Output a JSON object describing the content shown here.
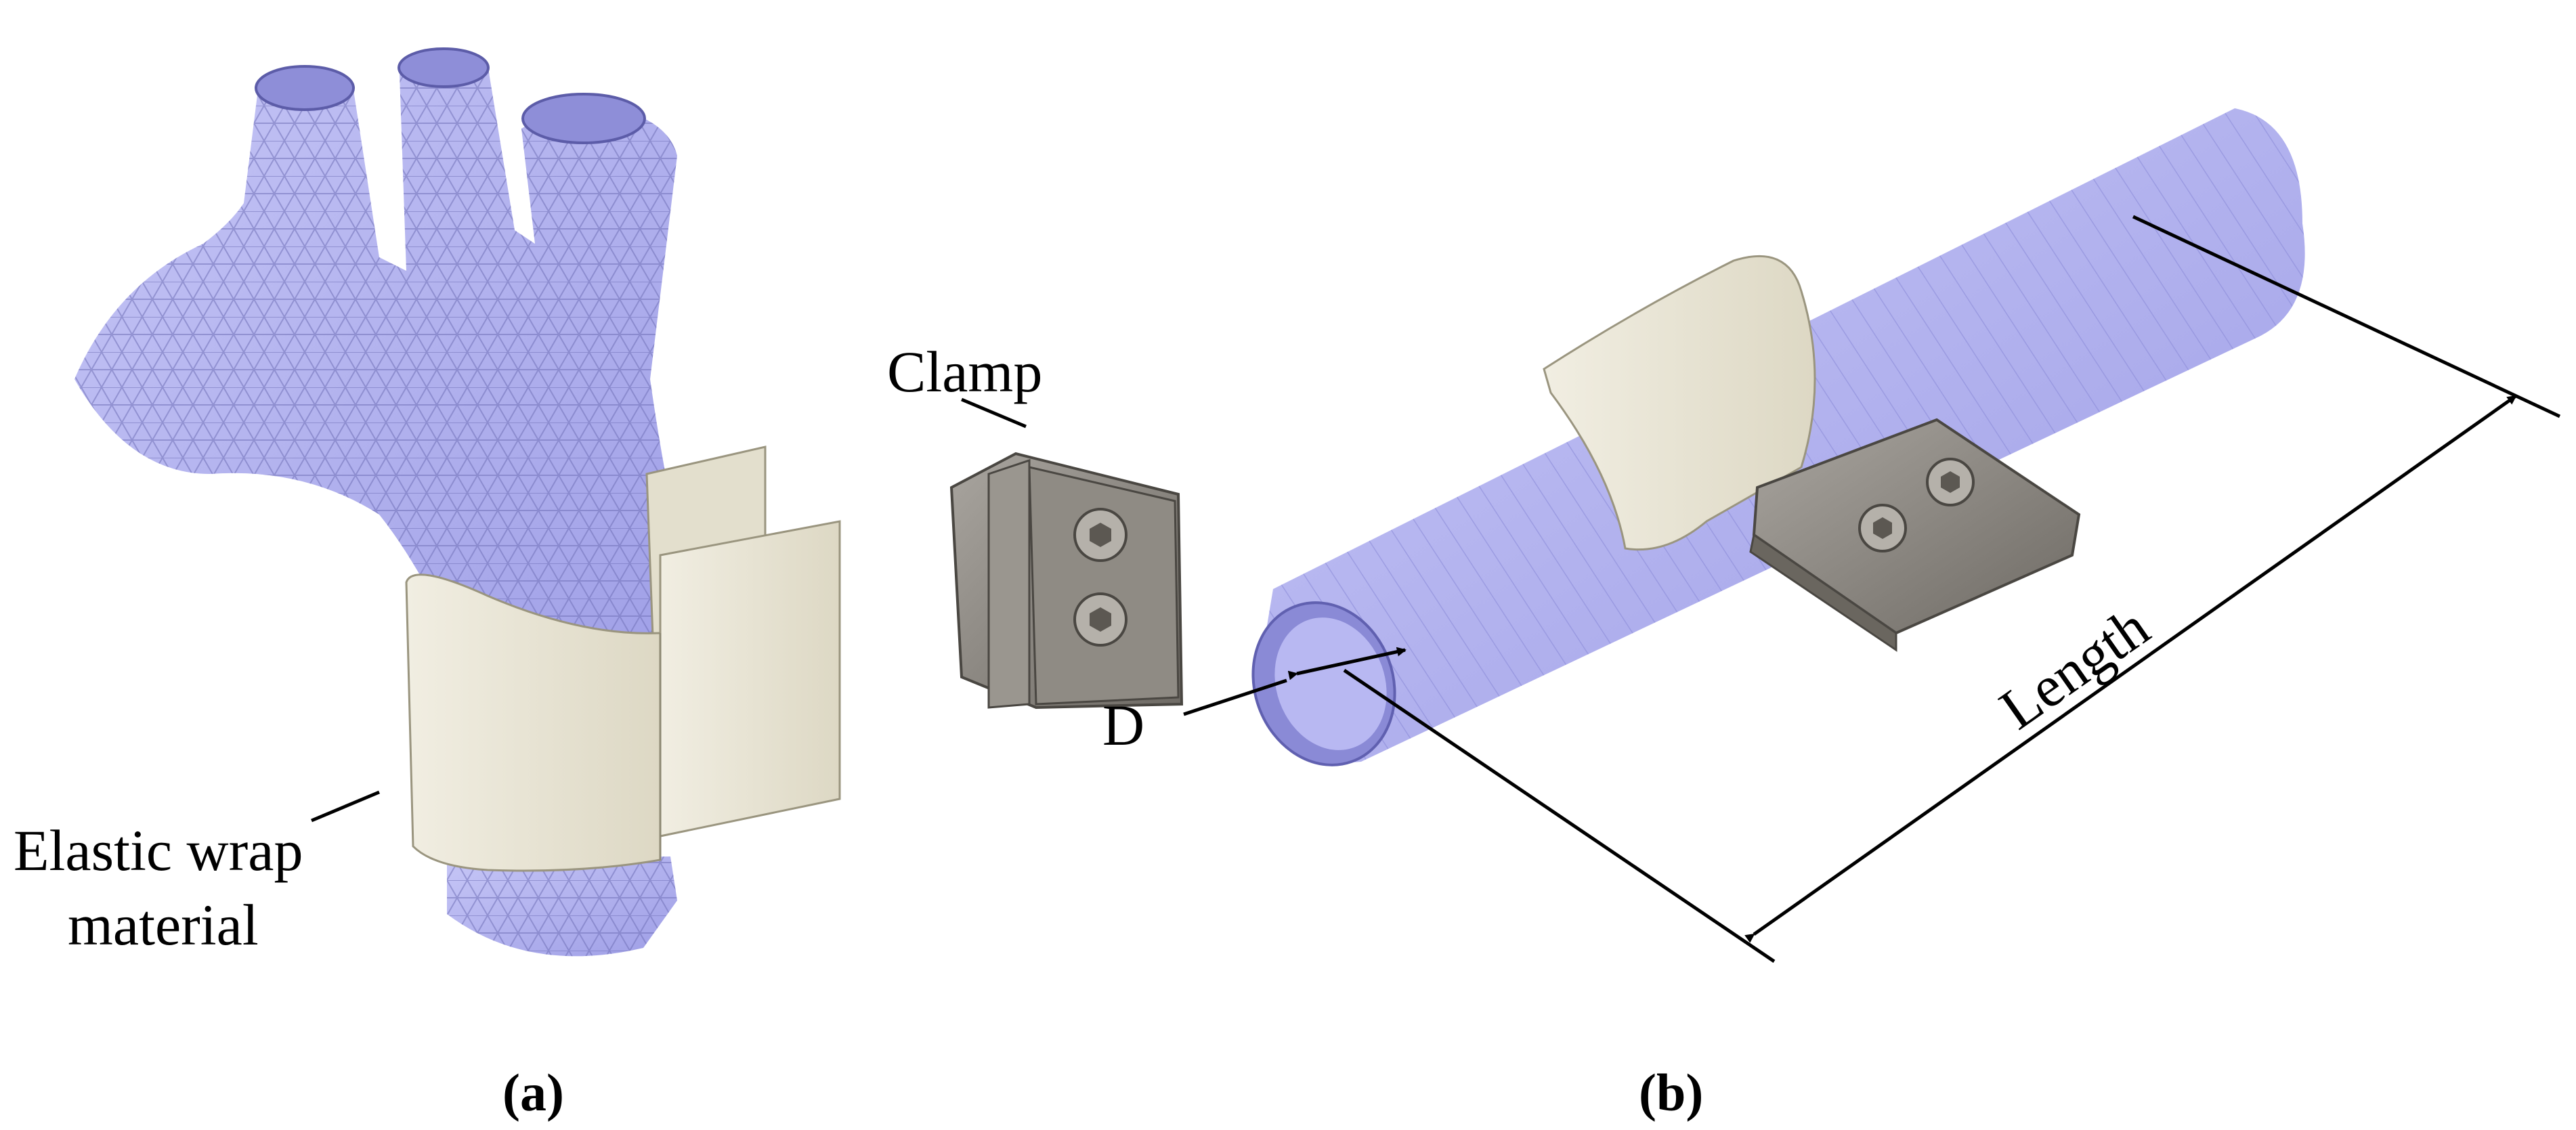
{
  "labels": {
    "clamp": "Clamp",
    "elastic_wrap_line1": "Elastic wrap",
    "elastic_wrap_line2": "material",
    "diameter": "D",
    "length": "Length"
  },
  "panels": {
    "a": "(a)",
    "b": "(b)"
  },
  "colors": {
    "vessel": "#b3b3f0",
    "mesh": "#6f6fb0",
    "wrap": "#e9e5d6",
    "clamp": "#8a8680",
    "line": "#000000"
  }
}
